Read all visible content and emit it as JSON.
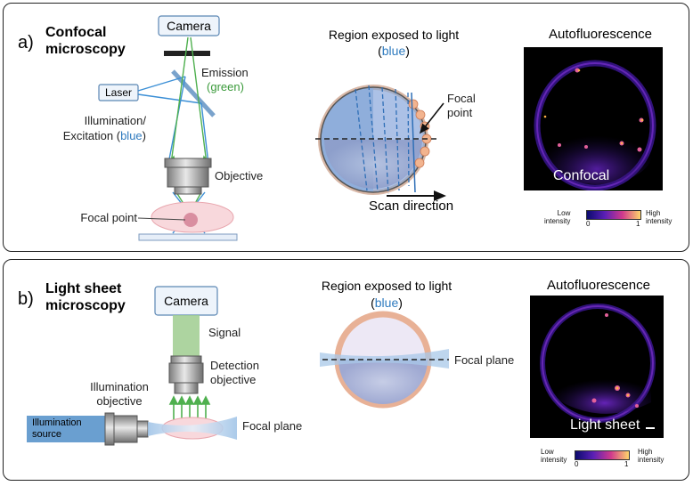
{
  "panel_a": {
    "letter": "a)",
    "title_line1": "Confocal",
    "title_line2": "microscopy",
    "camera": "Camera",
    "laser": "Laser",
    "emission": "Emission",
    "emission_color": "green",
    "illumination": "Illumination/",
    "excitation": "Excitation (",
    "excitation_color": "blue",
    "excitation_close": ")",
    "objective": "Objective",
    "focal_point_left": "Focal point",
    "region_title": "Region exposed to light",
    "region_color": "blue",
    "focal_point_mid_1": "Focal",
    "focal_point_mid_2": "point",
    "scan_direction": "Scan direction",
    "autofluorescence": "Autofluorescence",
    "image_label": "Confocal",
    "cbar_low_1": "Low",
    "cbar_low_2": "intensity",
    "cbar_high_1": "High",
    "cbar_high_2": "intensity",
    "cbar_min": "0",
    "cbar_max": "1"
  },
  "panel_b": {
    "letter": "b)",
    "title_line1": "Light sheet",
    "title_line2": "microscopy",
    "camera": "Camera",
    "signal": "Signal",
    "detection_1": "Detection",
    "detection_2": "objective",
    "illum_obj_1": "Illumination",
    "illum_obj_2": "objective",
    "illum_source_1": "Illumination",
    "illum_source_2": "source",
    "focal_plane_left": "Focal plane",
    "region_title": "Region exposed to light",
    "region_color": "blue",
    "focal_plane_mid": "Focal plane",
    "autofluorescence": "Autofluorescence",
    "image_label": "Light sheet",
    "cbar_low_1": "Low",
    "cbar_low_2": "intensity",
    "cbar_high_1": "High",
    "cbar_high_2": "intensity",
    "cbar_min": "0",
    "cbar_max": "1"
  },
  "colors": {
    "blue_text": "#2f7bbf",
    "green_text": "#3a9a3a",
    "beam_blue": "#3b8fd6",
    "beam_green": "#4fb04f"
  }
}
